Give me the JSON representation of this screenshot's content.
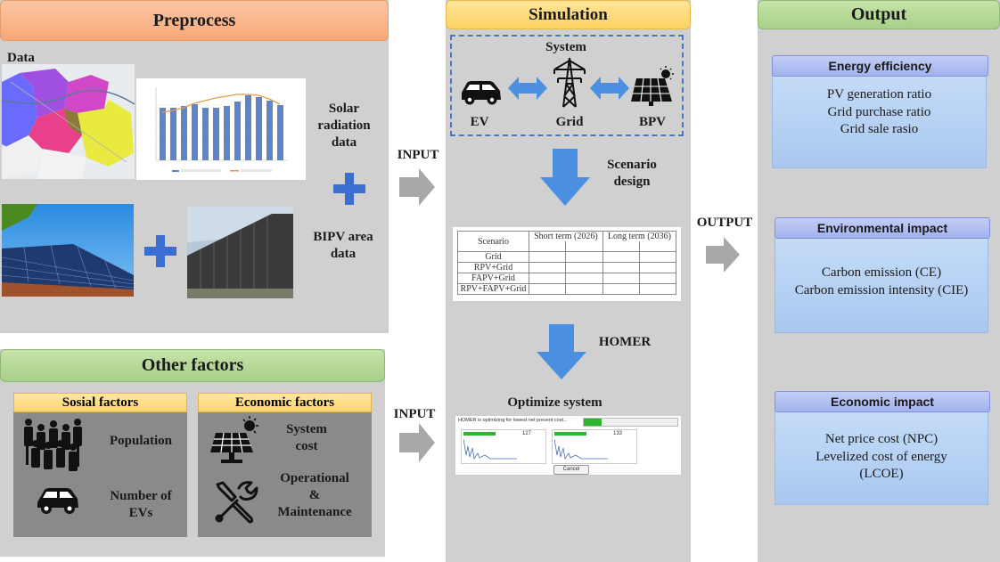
{
  "preprocess": {
    "title": "Preprocess",
    "data_label": "Data",
    "solar_label": [
      "Solar",
      "radiation",
      "data"
    ],
    "bipv_label": [
      "BIPV area",
      "data"
    ]
  },
  "other_factors": {
    "title": "Other factors",
    "social": {
      "title": "Sosial factors",
      "population": "Population",
      "evs": [
        "Number of",
        "EVs"
      ]
    },
    "economic": {
      "title": "Economic factors",
      "system_cost": [
        "System",
        "cost"
      ],
      "om": [
        "Operational",
        "&",
        "Maintenance"
      ]
    }
  },
  "arrows": {
    "input1": "INPUT",
    "input2": "INPUT",
    "output": "OUTPUT"
  },
  "simulation": {
    "title": "Simulation",
    "system_label": "System",
    "ev": "EV",
    "grid": "Grid",
    "bpv": "BPV",
    "scenario_design": [
      "Scenario",
      "design"
    ],
    "homer": "HOMER",
    "optimize": "Optimize system",
    "table": {
      "col0": "Scenario",
      "col1": "Short term (2026)",
      "col2": "Long term (2036)",
      "rows": [
        "Grid",
        "RPV+Grid",
        "FAPV+Grid",
        "RPV+FAPV+Grid"
      ]
    },
    "homer_window": {
      "status": "HOMER is optimizing for lowest net present cost...",
      "val1": "127",
      "val2": "133",
      "cancel": "Cancel"
    }
  },
  "output": {
    "title": "Output",
    "energy": {
      "title": "Energy efficiency",
      "items": [
        "PV generation ratio",
        "Grid purchase ratio",
        "Grid sale rasio"
      ]
    },
    "environment": {
      "title": "Environmental impact",
      "items": [
        "Carbon emission (CE)",
        "Carbon emission intensity (CIE)"
      ]
    },
    "economic": {
      "title": "Economic impact",
      "items": [
        "Net price cost (NPC)",
        "Levelized cost of energy",
        "(LCOE)"
      ]
    }
  },
  "colors": {
    "panel": "#d0d0d0",
    "blue_plus": "#3a6fd1",
    "blue_arrow": "#4a8fe0",
    "gray_arrow": "#a8a8a8"
  }
}
